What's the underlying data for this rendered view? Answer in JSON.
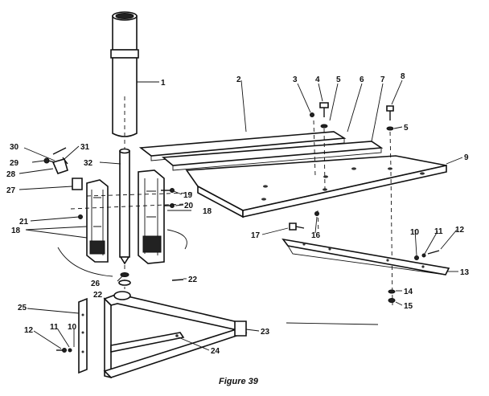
{
  "figure": {
    "caption": "Figure 39"
  },
  "callouts": [
    {
      "id": "p1",
      "text": "1"
    },
    {
      "id": "p2",
      "text": "2"
    },
    {
      "id": "p3",
      "text": "3"
    },
    {
      "id": "p4",
      "text": "4"
    },
    {
      "id": "p5a",
      "text": "5"
    },
    {
      "id": "p6",
      "text": "6"
    },
    {
      "id": "p7",
      "text": "7"
    },
    {
      "id": "p8",
      "text": "8"
    },
    {
      "id": "p5b",
      "text": "5"
    },
    {
      "id": "p9",
      "text": "9"
    },
    {
      "id": "p30",
      "text": "30"
    },
    {
      "id": "p31",
      "text": "31"
    },
    {
      "id": "p29",
      "text": "29"
    },
    {
      "id": "p28",
      "text": "28"
    },
    {
      "id": "p32",
      "text": "32"
    },
    {
      "id": "p27",
      "text": "27"
    },
    {
      "id": "p19",
      "text": "19"
    },
    {
      "id": "p20",
      "text": "20"
    },
    {
      "id": "p18a",
      "text": "18"
    },
    {
      "id": "p21",
      "text": "21"
    },
    {
      "id": "p18b",
      "text": "18"
    },
    {
      "id": "p17",
      "text": "17"
    },
    {
      "id": "p16",
      "text": "16"
    },
    {
      "id": "p10a",
      "text": "10"
    },
    {
      "id": "p11a",
      "text": "11"
    },
    {
      "id": "p12a",
      "text": "12"
    },
    {
      "id": "p13",
      "text": "13"
    },
    {
      "id": "p26",
      "text": "26"
    },
    {
      "id": "p22a",
      "text": "22"
    },
    {
      "id": "p22b",
      "text": "22"
    },
    {
      "id": "p14",
      "text": "14"
    },
    {
      "id": "p15",
      "text": "15"
    },
    {
      "id": "p25",
      "text": "25"
    },
    {
      "id": "p23",
      "text": "23"
    },
    {
      "id": "p12b",
      "text": "12"
    },
    {
      "id": "p11b",
      "text": "11"
    },
    {
      "id": "p10b",
      "text": "10"
    },
    {
      "id": "p24",
      "text": "24"
    }
  ]
}
